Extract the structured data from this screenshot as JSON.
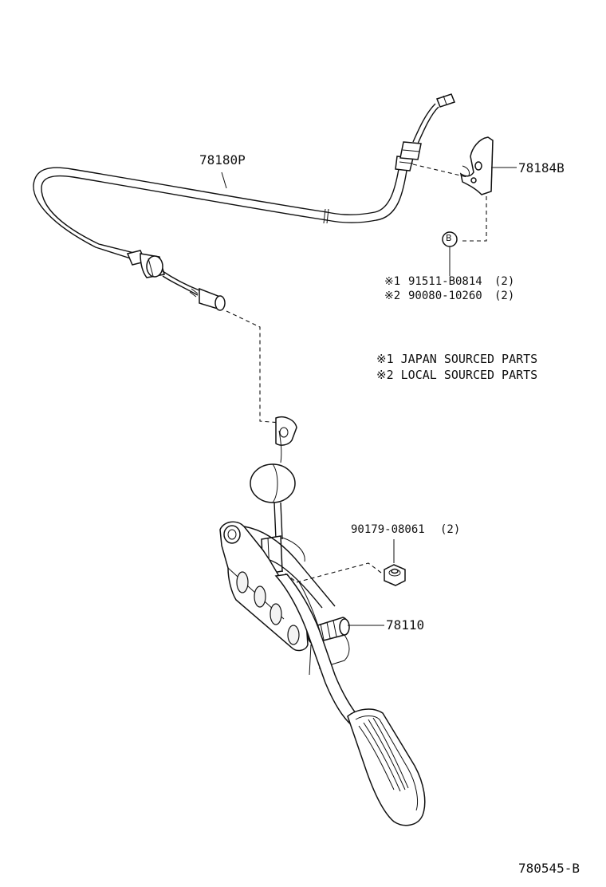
{
  "labels": {
    "cable": "78180P",
    "bracket": "78184B",
    "callout_b": "B",
    "note1_mark": "※1",
    "note1_part": "91511-B0814",
    "note1_qty": "(2)",
    "note2_mark": "※2",
    "note2_part": "90080-10260",
    "note2_qty": "(2)",
    "legend1": "※1 JAPAN SOURCED PARTS",
    "legend2": "※2 LOCAL SOURCED PARTS",
    "nut_part": "90179-08061",
    "nut_qty": "(2)",
    "pedal": "78110",
    "drawing_number": "780545-B"
  },
  "icons": [
    "throttle-cable-icon",
    "cable-bracket-icon",
    "accelerator-pedal-icon",
    "nut-icon"
  ]
}
